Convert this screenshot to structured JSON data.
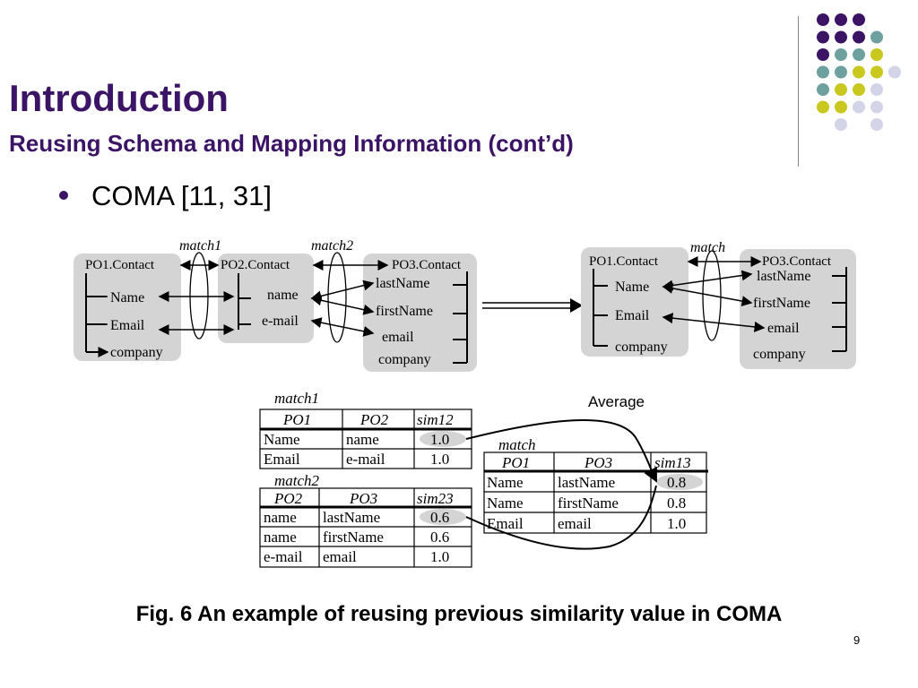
{
  "slide": {
    "title": "Introduction",
    "subtitle": "Reusing Schema and Mapping Information (cont’d)",
    "bullet": "COMA [11, 31]",
    "caption": "Fig. 6 An example of reusing previous similarity value in COMA",
    "page_number": "9"
  },
  "palette": {
    "title_color": "#3b1466",
    "dot_colors": [
      "#3b1466",
      "#6fa0a0",
      "#c8c81e",
      "#d4d4e8"
    ]
  },
  "diagram": {
    "top_left": {
      "po1": {
        "title": "PO1.Contact",
        "items": [
          "Name",
          "Email",
          "company"
        ]
      },
      "match1_label": "match1",
      "po2": {
        "title": "PO2.Contact",
        "items": [
          "name",
          "e-mail"
        ]
      },
      "match2_label": "match2",
      "po3": {
        "title": "PO3.Contact",
        "items": [
          "lastName",
          "firstName",
          "email",
          "company"
        ]
      }
    },
    "top_right": {
      "po1": {
        "title": "PO1.Contact",
        "items": [
          "Name",
          "Email",
          "company"
        ]
      },
      "match_label": "match",
      "po3": {
        "title": "PO3.Contact",
        "items": [
          "lastName",
          "firstName",
          "email",
          "company"
        ]
      }
    },
    "average_label": "Average",
    "match1_table": {
      "label": "match1",
      "headers": [
        "PO1",
        "PO2",
        "sim12"
      ],
      "rows": [
        [
          "Name",
          "name",
          "1.0"
        ],
        [
          "Email",
          "e-mail",
          "1.0"
        ]
      ]
    },
    "match2_table": {
      "label": "match2",
      "headers": [
        "PO2",
        "PO3",
        "sim23"
      ],
      "rows": [
        [
          "name",
          "lastName",
          "0.6"
        ],
        [
          "name",
          "firstName",
          "0.6"
        ],
        [
          "e-mail",
          "email",
          "1.0"
        ]
      ]
    },
    "match_table": {
      "label": "match",
      "headers": [
        "PO1",
        "PO3",
        "sim13"
      ],
      "rows": [
        [
          "Name",
          "lastName",
          "0.8"
        ],
        [
          "Name",
          "firstName",
          "0.8"
        ],
        [
          "Email",
          "email",
          "1.0"
        ]
      ]
    }
  }
}
